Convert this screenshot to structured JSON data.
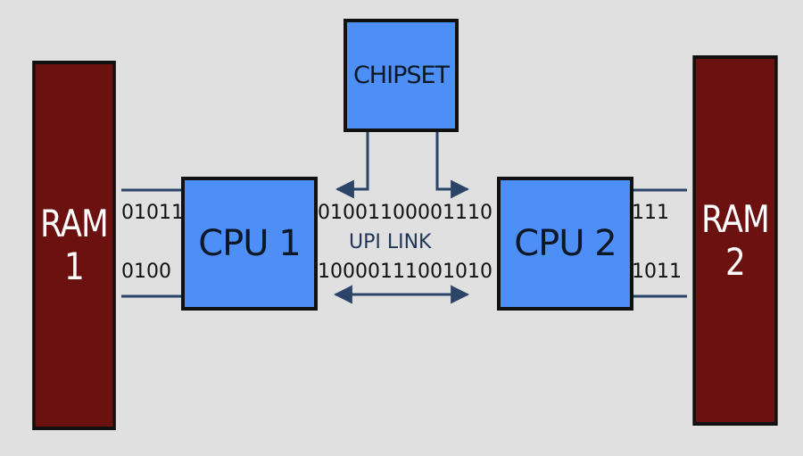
{
  "diagram": {
    "ram_left": {
      "label_line1": "RAM",
      "label_line2": "1"
    },
    "ram_right": {
      "label_line1": "RAM",
      "label_line2": "2"
    },
    "cpu_left": {
      "label": "CPU 1"
    },
    "cpu_right": {
      "label": "CPU 2"
    },
    "chipset": {
      "label": "CHIPSET"
    },
    "link_label": "UPI LINK",
    "bits": {
      "left_top": "01011",
      "left_bottom": "0100",
      "center_top": "01001100001110",
      "center_bottom": "10000111001010",
      "right_top": "111",
      "right_bottom": "1011"
    },
    "colors": {
      "background": "#e0e0e0",
      "ram": "#6b1210",
      "cpu": "#4d8ff7",
      "line": "#2b4468",
      "border": "#111111"
    }
  }
}
